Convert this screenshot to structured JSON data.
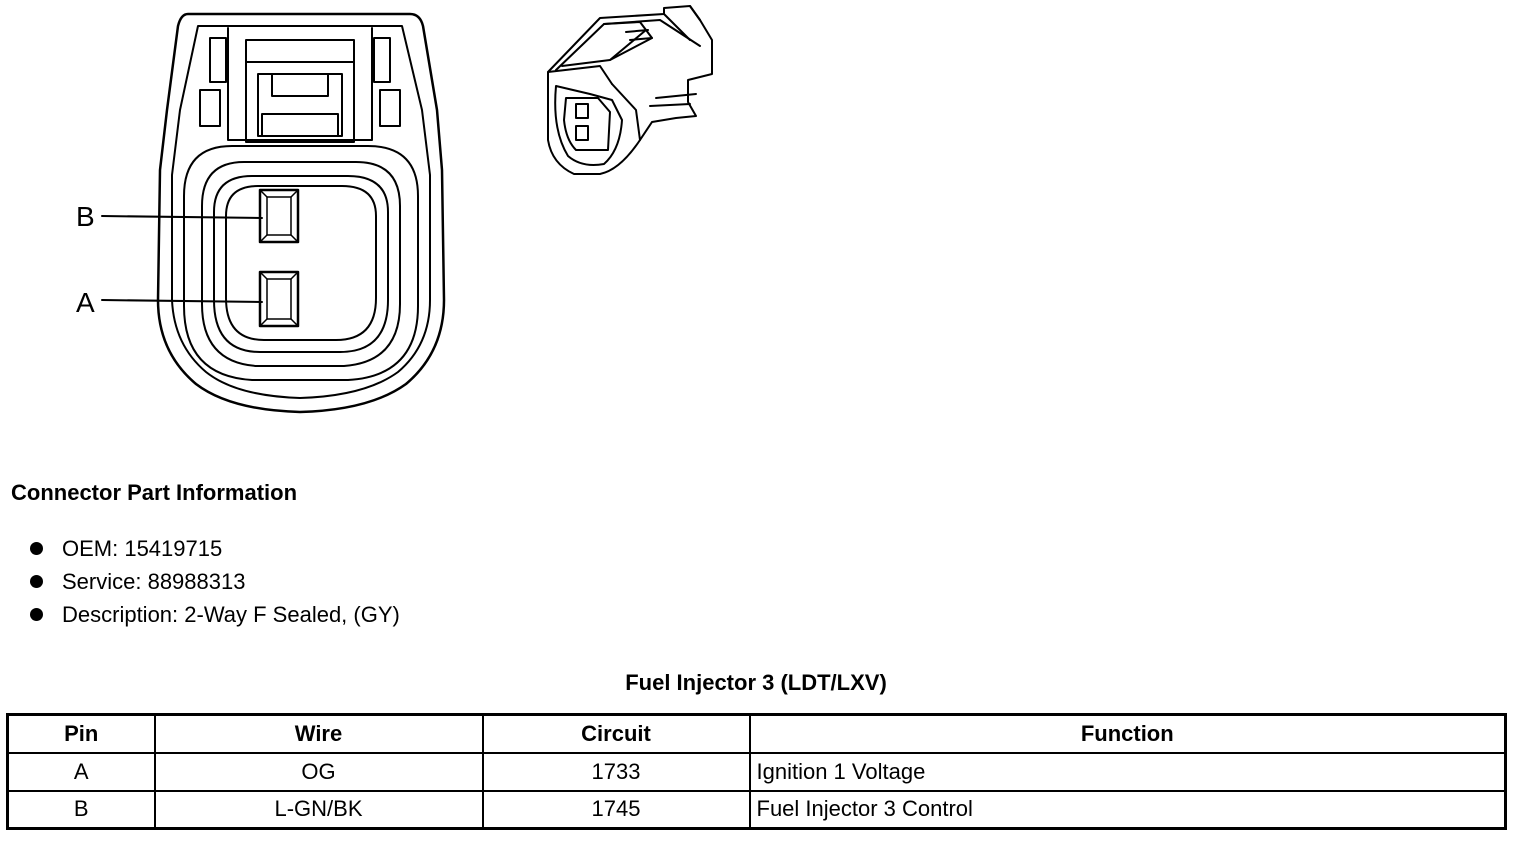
{
  "connector": {
    "pin_labels": [
      "B",
      "A"
    ]
  },
  "part_info": {
    "title": "Connector Part Information",
    "items": [
      "OEM: 15419715",
      "Service: 88988313",
      "Description: 2-Way F Sealed, (GY)"
    ]
  },
  "pinout": {
    "title": "Fuel Injector 3 (LDT/LXV)",
    "columns": [
      "Pin",
      "Wire",
      "Circuit",
      "Function"
    ],
    "rows": [
      [
        "A",
        "OG",
        "1733",
        "Ignition 1 Voltage"
      ],
      [
        "B",
        "L-GN/BK",
        "1745",
        "Fuel Injector 3 Control"
      ]
    ]
  }
}
